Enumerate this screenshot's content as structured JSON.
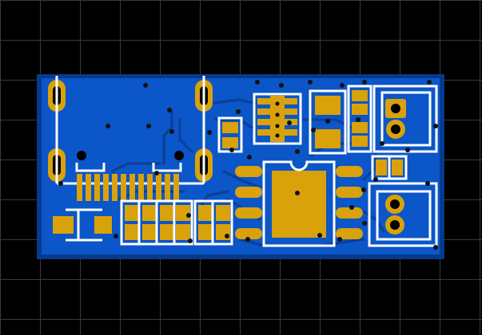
{
  "view": {
    "background": "#000000",
    "grid_color": "#3a3a3a",
    "board_fill": "#0b56c8",
    "board_edge": "#063a8e",
    "copper": "#d9a20b",
    "silk": "#ffffff",
    "via_fill": "#111111",
    "pad_hole": "#000000",
    "trace_color": "#0a3f97"
  },
  "board": {
    "layers": [
      "top-copper",
      "silkscreen",
      "vias",
      "traces"
    ],
    "components": [
      "usb-connector",
      "sot23-package",
      "qfn-ic",
      "soic-8-ic",
      "terminal-top",
      "terminal-bottom",
      "chip-resistors",
      "chip-capacitors",
      "smd-diode"
    ]
  }
}
